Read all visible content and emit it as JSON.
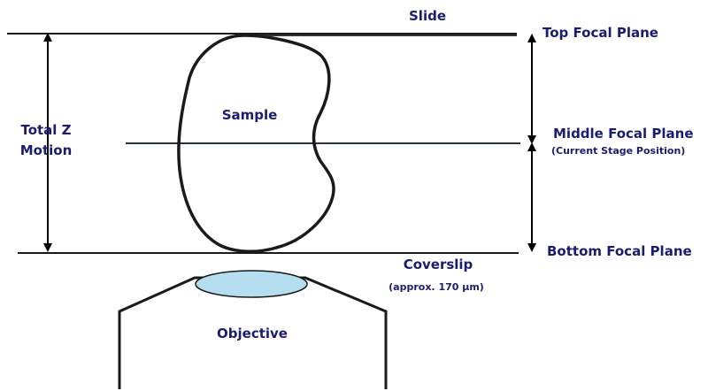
{
  "labels": {
    "slide": "Slide",
    "top_focal_plane": "Top Focal Plane",
    "total_z_line1": "Total Z",
    "total_z_line2": "Motion",
    "sample": "Sample",
    "middle_focal_plane": "Middle Focal Plane",
    "middle_focal_note": "(Current Stage Position)",
    "bottom_focal_plane": "Bottom Focal Plane",
    "coverslip": "Coverslip",
    "coverslip_note": "(approx. 170 µm)",
    "objective": "Objective"
  },
  "colors": {
    "text": "#1c1c6e",
    "lens_fill": "#b5dff0",
    "line": "#1a1a1a"
  }
}
